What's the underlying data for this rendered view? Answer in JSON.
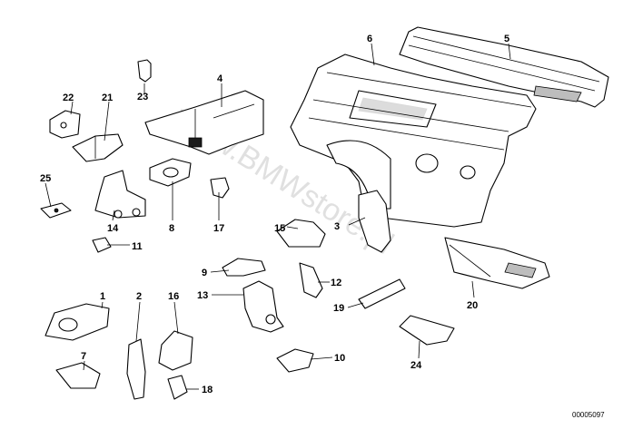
{
  "diagram": {
    "watermark": "www.BMWstore.pl",
    "part_number_code": "00005097",
    "callouts": [
      "1",
      "2",
      "3",
      "4",
      "5",
      "6",
      "7",
      "8",
      "9",
      "10",
      "11",
      "12",
      "13",
      "14",
      "15",
      "16",
      "17",
      "18",
      "19",
      "20",
      "21",
      "22",
      "23",
      "24",
      "25"
    ]
  },
  "colors": {
    "line": "#000000",
    "background": "#ffffff",
    "watermark": "#c8c8c8"
  }
}
